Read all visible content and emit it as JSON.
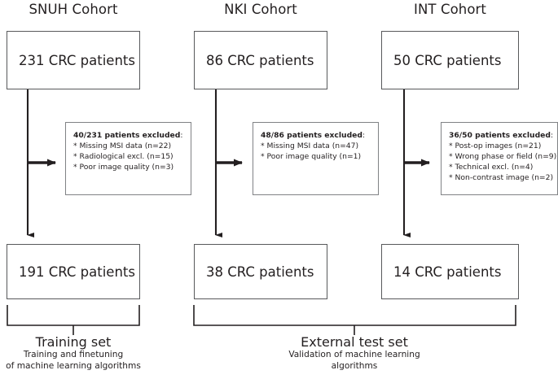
{
  "figure": {
    "type": "flowchart",
    "title": "CRC patient cohort selection flow"
  },
  "columns": [
    {
      "id": "snuh",
      "header": "SNUH Cohort",
      "top_box": "231 CRC patients",
      "bottom_box": "191 CRC patients",
      "exclusion": {
        "title_bold": "40/231 patients excluded",
        "title_tail": ":",
        "items": [
          "* Missing MSI data (n=22)",
          "* Radiological excl. (n=15)",
          "* Poor image quality (n=3)"
        ]
      }
    },
    {
      "id": "nki",
      "header": "NKI Cohort",
      "top_box": "86 CRC patients",
      "bottom_box": "38 CRC patients",
      "exclusion": {
        "title_bold": "48/86 patients excluded",
        "title_tail": ":",
        "items": [
          "* Missing MSI data (n=47)",
          "* Poor image quality (n=1)"
        ]
      }
    },
    {
      "id": "int",
      "header": "INT Cohort",
      "top_box": "50 CRC patients",
      "bottom_box": "14 CRC patients",
      "exclusion": {
        "title_bold": "36/50 patients excluded",
        "title_tail": ":",
        "items": [
          "* Post-op images (n=21)",
          "* Wrong phase or field (n=9)",
          "* Technical excl. (n=4)",
          "* Non-contrast image (n=2)"
        ]
      }
    }
  ],
  "captions": [
    {
      "id": "training",
      "title": "Training set",
      "subtitle_line1": "Training and finetuning",
      "subtitle_line2": "of machine learning algorithms"
    },
    {
      "id": "external-test",
      "title": "External test set",
      "subtitle_line1": "Validation of machine learning",
      "subtitle_line2": "algorithms"
    }
  ],
  "colors": {
    "stroke_dark": "#231f20",
    "stroke_box": "#58595b",
    "stroke_excl": "#808285",
    "background": "#ffffff"
  }
}
